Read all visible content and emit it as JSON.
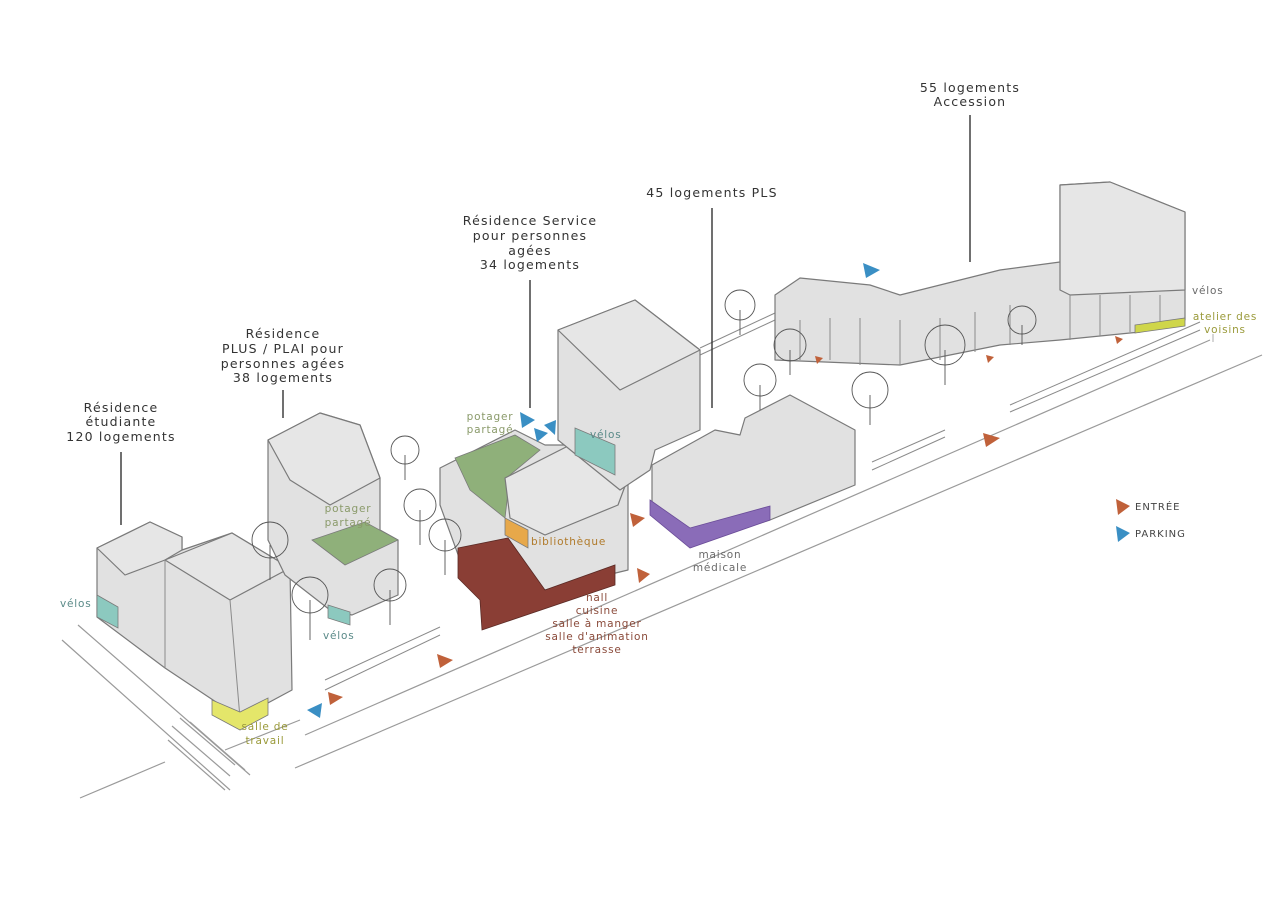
{
  "labels": {
    "residence_etudiante": [
      "Résidence",
      "étudiante",
      "120 logements"
    ],
    "residence_plus_plai": [
      "Résidence",
      "PLUS / PLAI pour",
      "personnes agées",
      "38 logements"
    ],
    "residence_service": [
      "Résidence Service",
      "pour personnes",
      "agées",
      "34 logements"
    ],
    "logements_pls": [
      "45 logements PLS"
    ],
    "logements_accession": [
      "55 logements",
      "Accession"
    ],
    "potager_1": [
      "potager",
      "partagé"
    ],
    "potager_2": [
      "potager",
      "partagé"
    ],
    "velos_1": "vélos",
    "velos_2": "vélos",
    "velos_3": "vélos",
    "velos_4": "vélos",
    "salle_travail": [
      "salle de",
      "travail"
    ],
    "bibliotheque": "bibliothèque",
    "hall_group": [
      "hall",
      "cuisine",
      "salle à manger",
      "salle d'animation",
      "terrasse"
    ],
    "maison_medicale": [
      "maison",
      "médicale"
    ],
    "atelier_voisins": [
      "atelier des",
      "voisins"
    ]
  },
  "legend": {
    "entree": "ENTRÉE",
    "parking": "PARKING"
  },
  "colors": {
    "entree": "#c0613a",
    "parking": "#3a8fc4",
    "potager": "#8fb07a",
    "velos": "#8cc9bf",
    "salle_travail": "#e4e66a",
    "bibliotheque": "#e7a84a",
    "hall": "#8a3e35",
    "maison_medicale": "#8a6cb8",
    "atelier": "#cfd64a",
    "building": "#e1e1e1"
  }
}
